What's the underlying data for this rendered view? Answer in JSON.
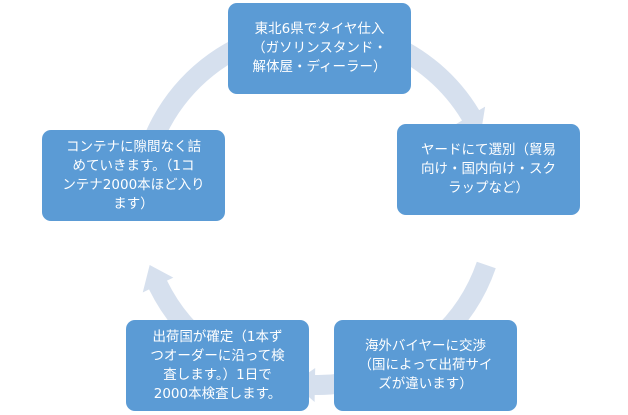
{
  "diagram": {
    "type": "cycle",
    "direction": "clockwise",
    "colors": {
      "node_fill": "#5b9bd5",
      "node_text": "#ffffff",
      "arrow_fill": "#d6e0ee",
      "background": "#ffffff"
    },
    "steps": [
      {
        "text": "東北6県でタイヤ仕入\n（ガソリンスタンド・\n解体屋・ディーラー）"
      },
      {
        "text": "ヤードにて選別（貿易\n向け・国内向け・スク\nラップなど）"
      },
      {
        "text": "海外バイヤーに交渉\n（国によって出荷サイ\nズが違います）"
      },
      {
        "text": "出荷国が確定（1本ず\nつオーダーに沿って検\n査します。）1日で\n2000本検査します。"
      },
      {
        "text": "コンテナに隙間なく詰\nめていきます。（1コ\nンテナ2000本ほど入り\nます）"
      }
    ]
  }
}
